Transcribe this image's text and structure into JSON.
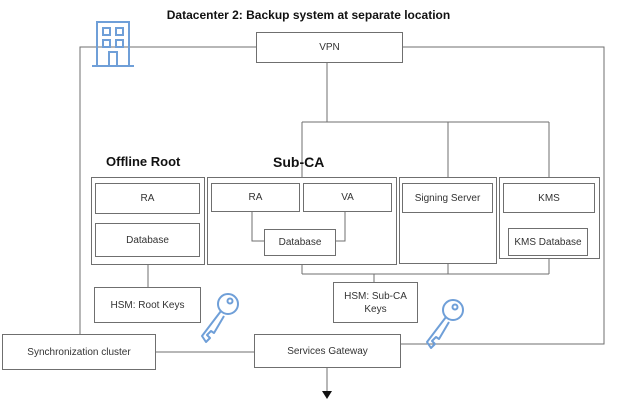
{
  "title": "Datacenter 2: Backup system at separate location",
  "labels": {
    "offline_root": "Offline Root",
    "sub_ca": "Sub-CA"
  },
  "nodes": {
    "vpn": "VPN",
    "ra_offline": "RA",
    "database_offline": "Database",
    "ra_sub": "RA",
    "va": "VA",
    "database_sub": "Database",
    "signing_server": "Signing Server",
    "kms": "KMS",
    "kms_database": "KMS Database",
    "hsm_root": "HSM: Root Keys",
    "hsm_sub": "HSM: Sub-CA Keys",
    "sync_cluster": "Synchronization cluster",
    "services_gateway": "Services Gateway"
  },
  "colors": {
    "line": "#6f6f6f",
    "icon_blue": "#6f9fd8"
  },
  "icons": [
    "building-icon",
    "key-icon",
    "key-icon"
  ]
}
